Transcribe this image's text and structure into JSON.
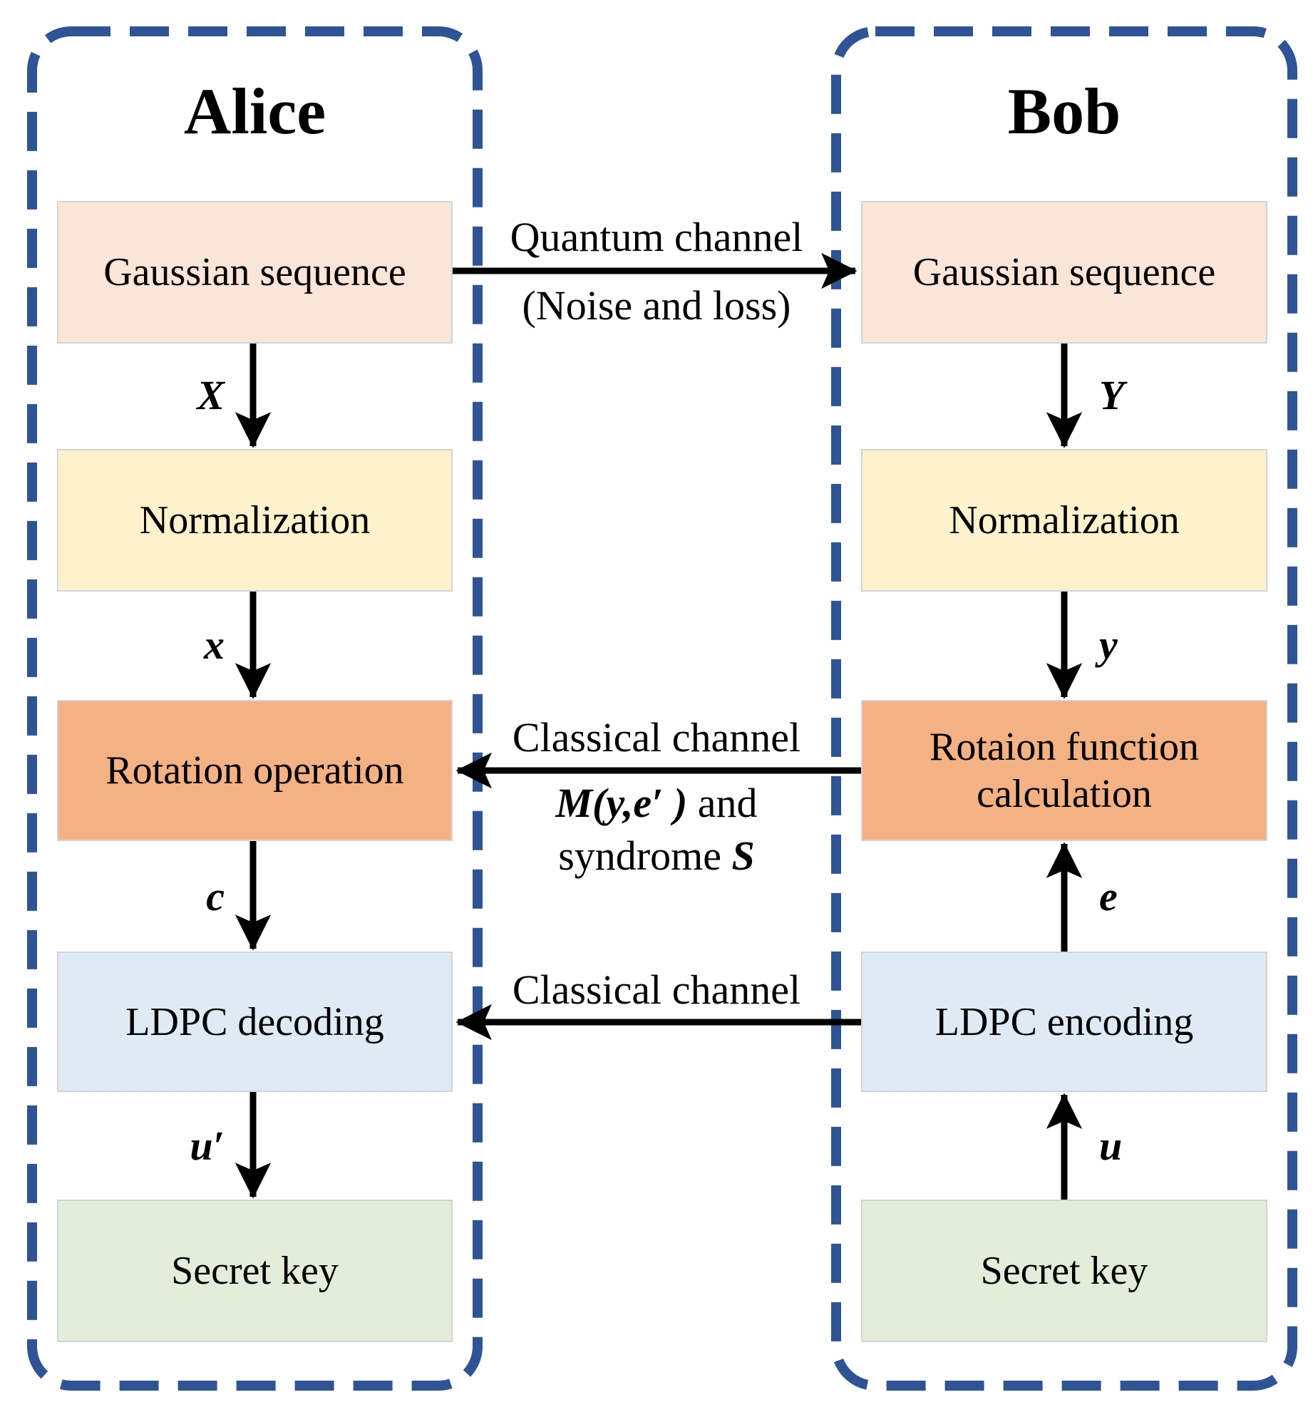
{
  "alice": {
    "title": "Alice",
    "boxes": {
      "gaussian": "Gaussian sequence",
      "normalization": "Normalization",
      "rotation": "Rotation operation",
      "ldpc": "LDPC decoding",
      "secret": "Secret key"
    },
    "arrow_labels": {
      "X": "X",
      "x": "x",
      "c": "c",
      "u_prime": "u′"
    }
  },
  "bob": {
    "title": "Bob",
    "boxes": {
      "gaussian": "Gaussian sequence",
      "normalization": "Normalization",
      "rotation": "Rotaion function calculation",
      "ldpc": "LDPC encoding",
      "secret": "Secret key"
    },
    "arrow_labels": {
      "Y": "Y",
      "y": "y",
      "e": "e",
      "u": "u"
    }
  },
  "channels": {
    "quantum": {
      "title": "Quantum channel",
      "subtitle": "(Noise and loss)"
    },
    "classical_rotation": {
      "title": "Classical channel",
      "formula": "M(y,e′ )",
      "formula_suffix": " and",
      "syndrome_prefix": "syndrome ",
      "syndrome_symbol": "S"
    },
    "classical_ldpc": {
      "title": "Classical channel"
    }
  },
  "colors": {
    "panel_border": "#2f5496",
    "box_peach": "#fbe5d8",
    "box_yellow": "#fef2cc",
    "box_orange": "#f4b183",
    "box_blue": "#deeaf4",
    "box_green": "#e3eeda",
    "arrow": "#000000"
  }
}
